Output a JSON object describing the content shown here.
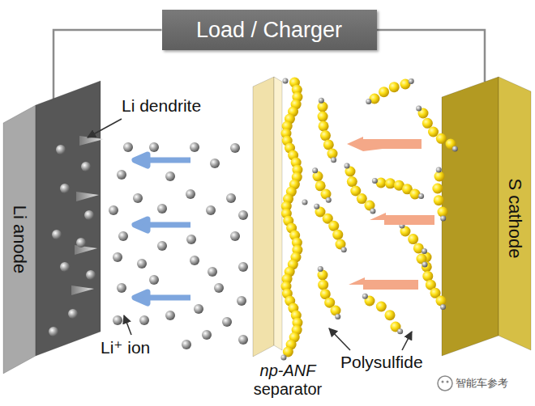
{
  "diagram": {
    "nodes": [
      {
        "text": [
          "Load / Charger"
        ]
      },
      {
        "text": [
          "Li anode"
        ]
      },
      {
        "text": [
          "np-ANF separator"
        ]
      },
      {
        "text": [
          "S cathode"
        ]
      }
    ],
    "edges": [
      {
        "from": 0,
        "to": 1,
        "arrow": "none"
      },
      {
        "from": 0,
        "to": 3,
        "arrow": "none"
      }
    ],
    "labels": [
      "Li dendrite",
      "Li⁺ ion",
      "Polysulfide",
      "智能车参考"
    ]
  }
}
